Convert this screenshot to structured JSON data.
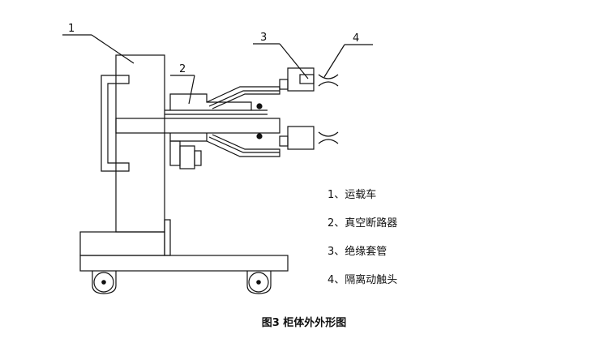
{
  "callouts": [
    "1",
    "2",
    "3",
    "4"
  ],
  "legend": [
    "1、运载车",
    "2、真空断路器",
    "3、绝缘套管",
    "4、隔离动触头"
  ],
  "caption": "图3  柜体外外形图",
  "colors": {
    "line": "#111111",
    "background": "#ffffff"
  }
}
